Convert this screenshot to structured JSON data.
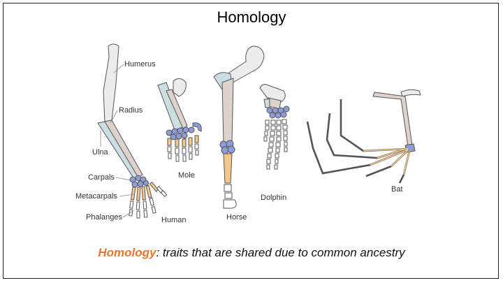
{
  "title": "Homology",
  "labels": {
    "humerus": "Humerus",
    "radius": "Radius",
    "ulna": "Ulna",
    "carpals": "Carpals",
    "metacarpals": "Metacarpals",
    "phalanges": "Phalanges",
    "human": "Human",
    "mole": "Mole",
    "horse": "Horse",
    "dolphin": "Dolphin",
    "bat": "Bat"
  },
  "caption": {
    "keyword": "Homology",
    "rest": ": traits that are shared due to common ancestry"
  },
  "colors": {
    "humerus": "#ececec",
    "radius": "#ddd3cc",
    "ulna": "#cbdfe3",
    "carpals": "#8f9dd6",
    "metacarpals": "#f4c88d",
    "phalanges": "#ffffff",
    "keyword": "#e5762d"
  }
}
